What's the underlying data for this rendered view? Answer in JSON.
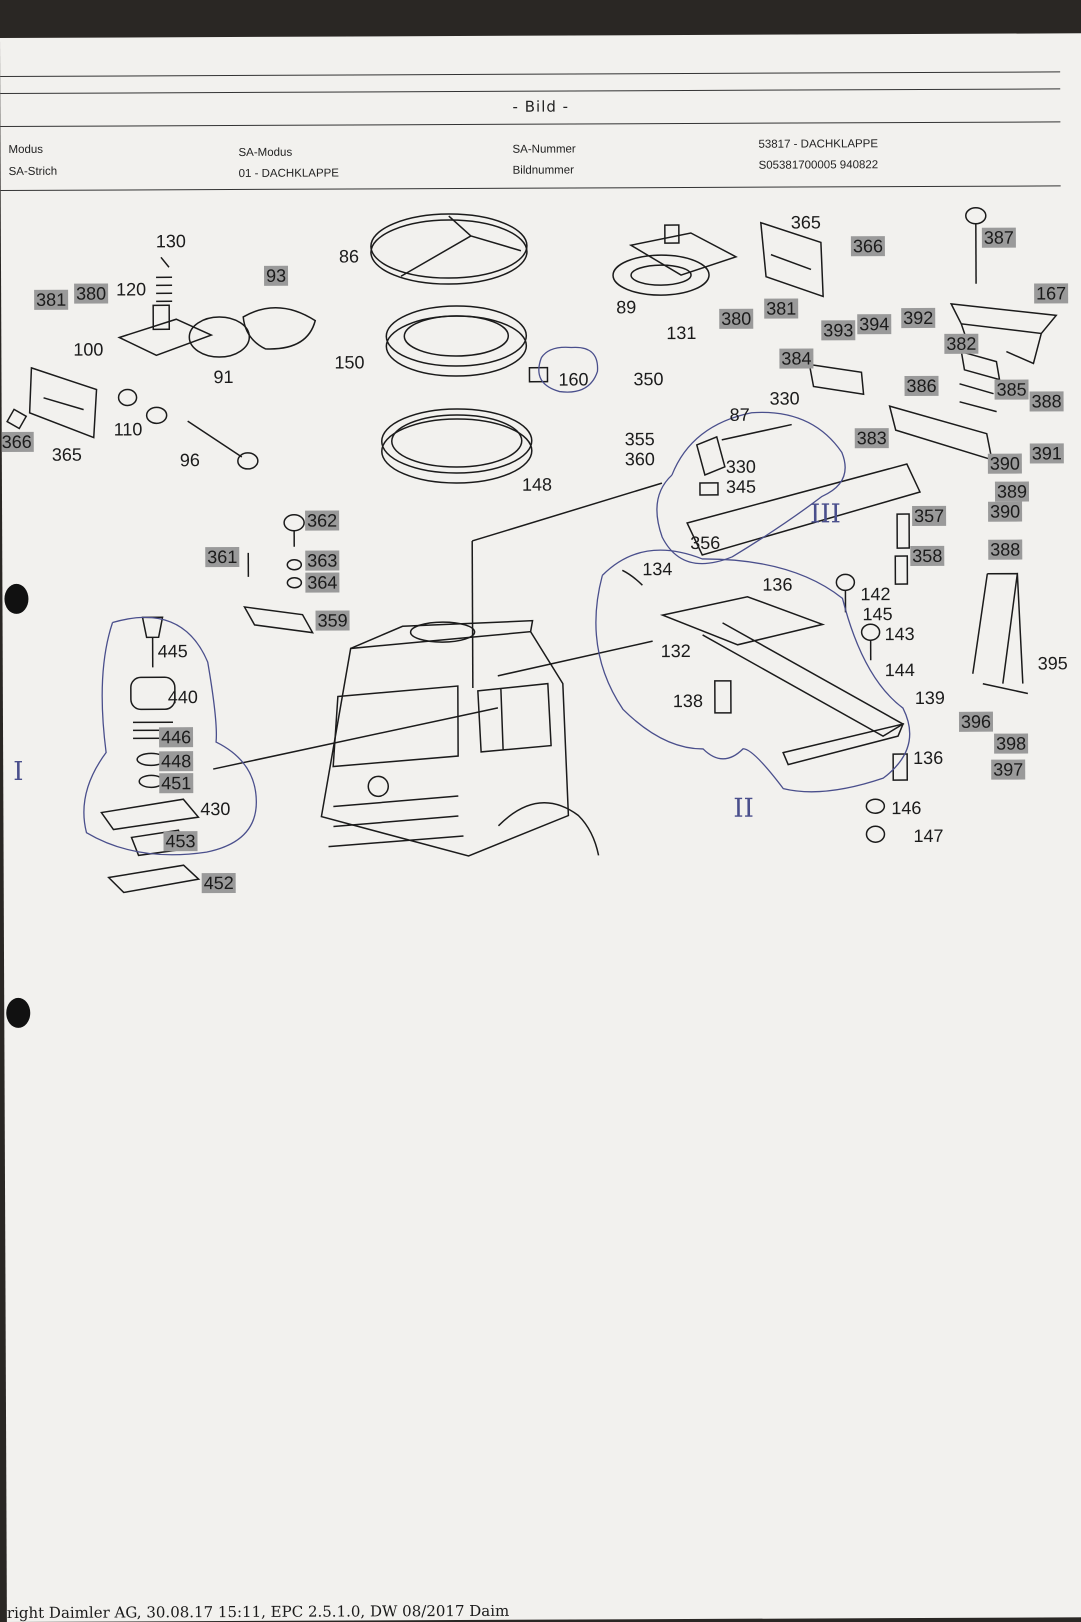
{
  "header": {
    "title": "- Bild -",
    "col1_row1": "Modus",
    "col1_row2": "SA-Strich",
    "col2_row1": "SA-Modus",
    "col2_row2": "01 - DACHKLAPPE",
    "col3_row1": "SA-Nummer",
    "col3_row2": "Bildnummer",
    "col4_row1": "53817 - DACHKLAPPE",
    "col4_row2": "S05381700005 940822"
  },
  "part_labels": [
    "130",
    "120",
    "93",
    "86",
    "381",
    "380",
    "100",
    "91",
    "365",
    "366",
    "110",
    "96",
    "150",
    "160",
    "148",
    "89",
    "365",
    "366",
    "387",
    "131",
    "380",
    "381",
    "167",
    "393",
    "394",
    "392",
    "382",
    "384",
    "386",
    "385",
    "388",
    "350",
    "330",
    "87",
    "355",
    "360",
    "330",
    "345",
    "383",
    "390",
    "391",
    "389",
    "390",
    "388",
    "356",
    "357",
    "358",
    "362",
    "361",
    "363",
    "364",
    "359",
    "134",
    "136",
    "142",
    "145",
    "143",
    "144",
    "132",
    "445",
    "440",
    "138",
    "139",
    "395",
    "446",
    "448",
    "451",
    "396",
    "398",
    "397",
    "136",
    "430",
    "453",
    "146",
    "147",
    "452"
  ],
  "highlighted_labels": [
    "93",
    "381",
    "380",
    "366",
    "366",
    "387",
    "167",
    "393",
    "394",
    "392",
    "382",
    "384",
    "386",
    "385",
    "388",
    "383",
    "390",
    "391",
    "389",
    "390",
    "388",
    "357",
    "358",
    "362",
    "361",
    "363",
    "364",
    "359",
    "396",
    "398",
    "397",
    "446",
    "448",
    "451",
    "453",
    "452"
  ],
  "annotations": {
    "roman_one": "I",
    "roman_two": "II",
    "roman_three": "III"
  },
  "footer": {
    "text": "right Daimler AG, 30.08.17 15:11, EPC 2.5.1.0, DW 08/2017 Daim"
  },
  "colors": {
    "paper": "#f2f1ee",
    "ink": "#1b1b1b",
    "highlight": "#9a9a9a",
    "pen": "#4a4f8c"
  }
}
